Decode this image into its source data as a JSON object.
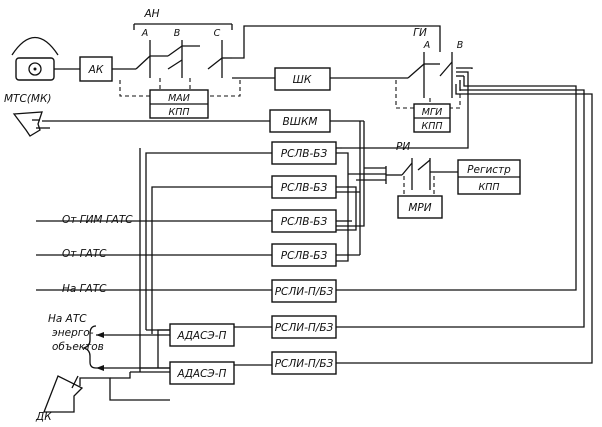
{
  "blocks": {
    "ak": "АК",
    "an": "АН",
    "an_a": "А",
    "an_b": "В",
    "an_c": "С",
    "man": "МАИ",
    "man_kpp": "КПП",
    "shk": "ШК",
    "vshkm": "ВШКМ",
    "gi": "ГИ",
    "gi_a": "А",
    "gi_b": "В",
    "mgi": "МГИ",
    "mgi_kpp": "КПП",
    "rslv": "РСЛВ-БЗ",
    "ri": "РИ",
    "mri": "МРИ",
    "register": "Регистр",
    "register_kpp": "КПП",
    "rsli": "РСЛИ-П/БЗ",
    "adase": "АДАСЭ-П",
    "mts": "МТС(МК)",
    "dk": "ДК"
  },
  "inputs": {
    "from_gim": "От ГИМ ГАТС",
    "from_gats": "От ГАТС",
    "to_gats": "На ГАТС",
    "to_ats_1": "На АТС",
    "to_ats_2": "энерго-",
    "to_ats_3": "объектов"
  }
}
